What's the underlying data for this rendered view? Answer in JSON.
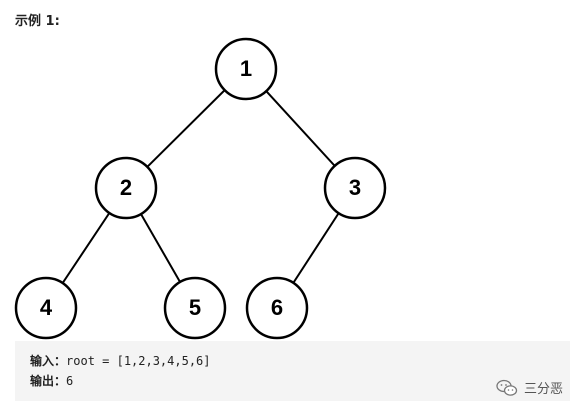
{
  "heading": "示例 1:",
  "tree": {
    "nodes": [
      {
        "id": "n1",
        "label": "1"
      },
      {
        "id": "n2",
        "label": "2"
      },
      {
        "id": "n3",
        "label": "3"
      },
      {
        "id": "n4",
        "label": "4"
      },
      {
        "id": "n5",
        "label": "5"
      },
      {
        "id": "n6",
        "label": "6"
      }
    ],
    "edges": [
      [
        "n1",
        "n2"
      ],
      [
        "n1",
        "n3"
      ],
      [
        "n2",
        "n4"
      ],
      [
        "n2",
        "n5"
      ],
      [
        "n3",
        "n6"
      ]
    ]
  },
  "example": {
    "input_label": "输入：",
    "input_value": "root = [1,2,3,4,5,6]",
    "output_label": "输出：",
    "output_value": "6"
  },
  "watermark": {
    "icon": "wechat-icon",
    "text": "三分恶"
  }
}
